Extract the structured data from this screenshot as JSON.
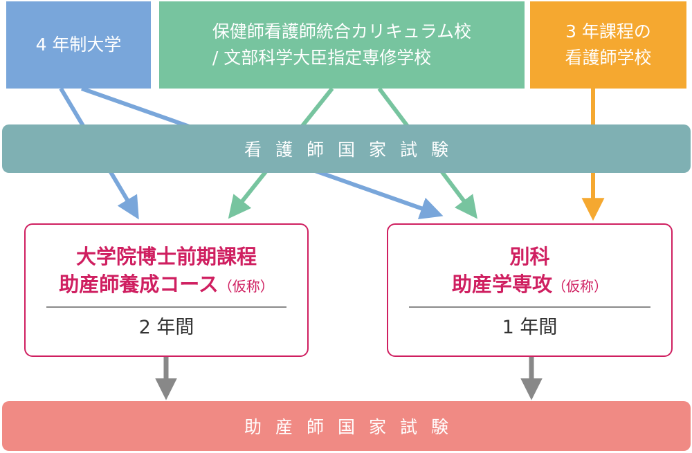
{
  "sources": {
    "university": {
      "lines": [
        "4 年制大学"
      ],
      "color": "#79a6da"
    },
    "integrated": {
      "lines": [
        "保健師看護師統合カリキュラム校",
        "/ 文部科学大臣指定専修学校"
      ],
      "color": "#77c49f"
    },
    "three_year": {
      "lines": [
        "3 年課程の",
        "看護師学校"
      ],
      "color": "#f5a830"
    }
  },
  "nursing_exam": {
    "label": "看護師国家試験",
    "color": "#7fb0b3"
  },
  "courses": {
    "graduate": {
      "lines": [
        "大学院博士前期課程",
        "助産師養成コース"
      ],
      "note": "（仮称）",
      "duration": "2 年間"
    },
    "special": {
      "lines": [
        "別科",
        "助産学専攻"
      ],
      "note": "（仮称）",
      "duration": "1 年間"
    }
  },
  "midwife_exam": {
    "label": "助産師国家試験",
    "color": "#f08a84"
  },
  "colors": {
    "course_border": "#cf1f60",
    "down_arrow": "#888888"
  }
}
